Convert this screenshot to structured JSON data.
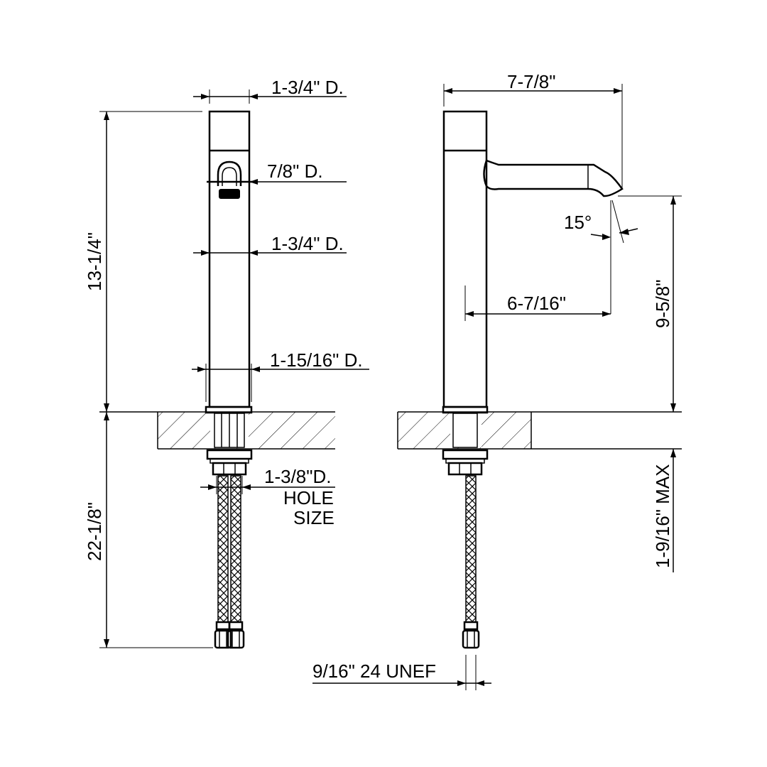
{
  "front_view": {
    "body_diameter_top": "1-3/4\" D.",
    "handle_diameter": "7/8\" D.",
    "body_diameter_mid": "1-3/4\" D.",
    "base_diameter": "1-15/16\" D.",
    "overall_height": "13-1/4\"",
    "hole_size_line1": "1-3/8\"D.",
    "hole_size_line2": "HOLE",
    "hole_size_line3": "SIZE",
    "supply_length": "22-1/8\""
  },
  "side_view": {
    "overall_reach": "7-7/8\"",
    "spout_angle": "15°",
    "spout_reach": "6-7/16\"",
    "spout_height": "9-5/8\"",
    "max_deck_thickness": "1-9/16\" MAX",
    "connection_thread": "9/16\" 24 UNEF"
  }
}
